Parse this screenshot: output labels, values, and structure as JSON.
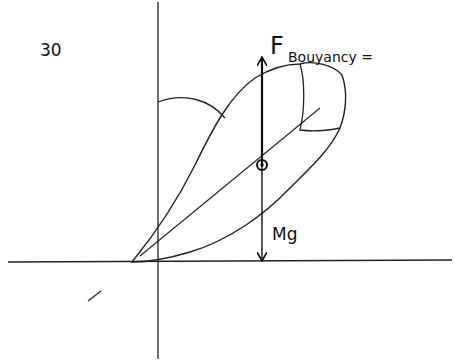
{
  "diagram": {
    "labels": [
      "30",
      "F",
      "Bouyancy =",
      "Mg"
    ]
  }
}
